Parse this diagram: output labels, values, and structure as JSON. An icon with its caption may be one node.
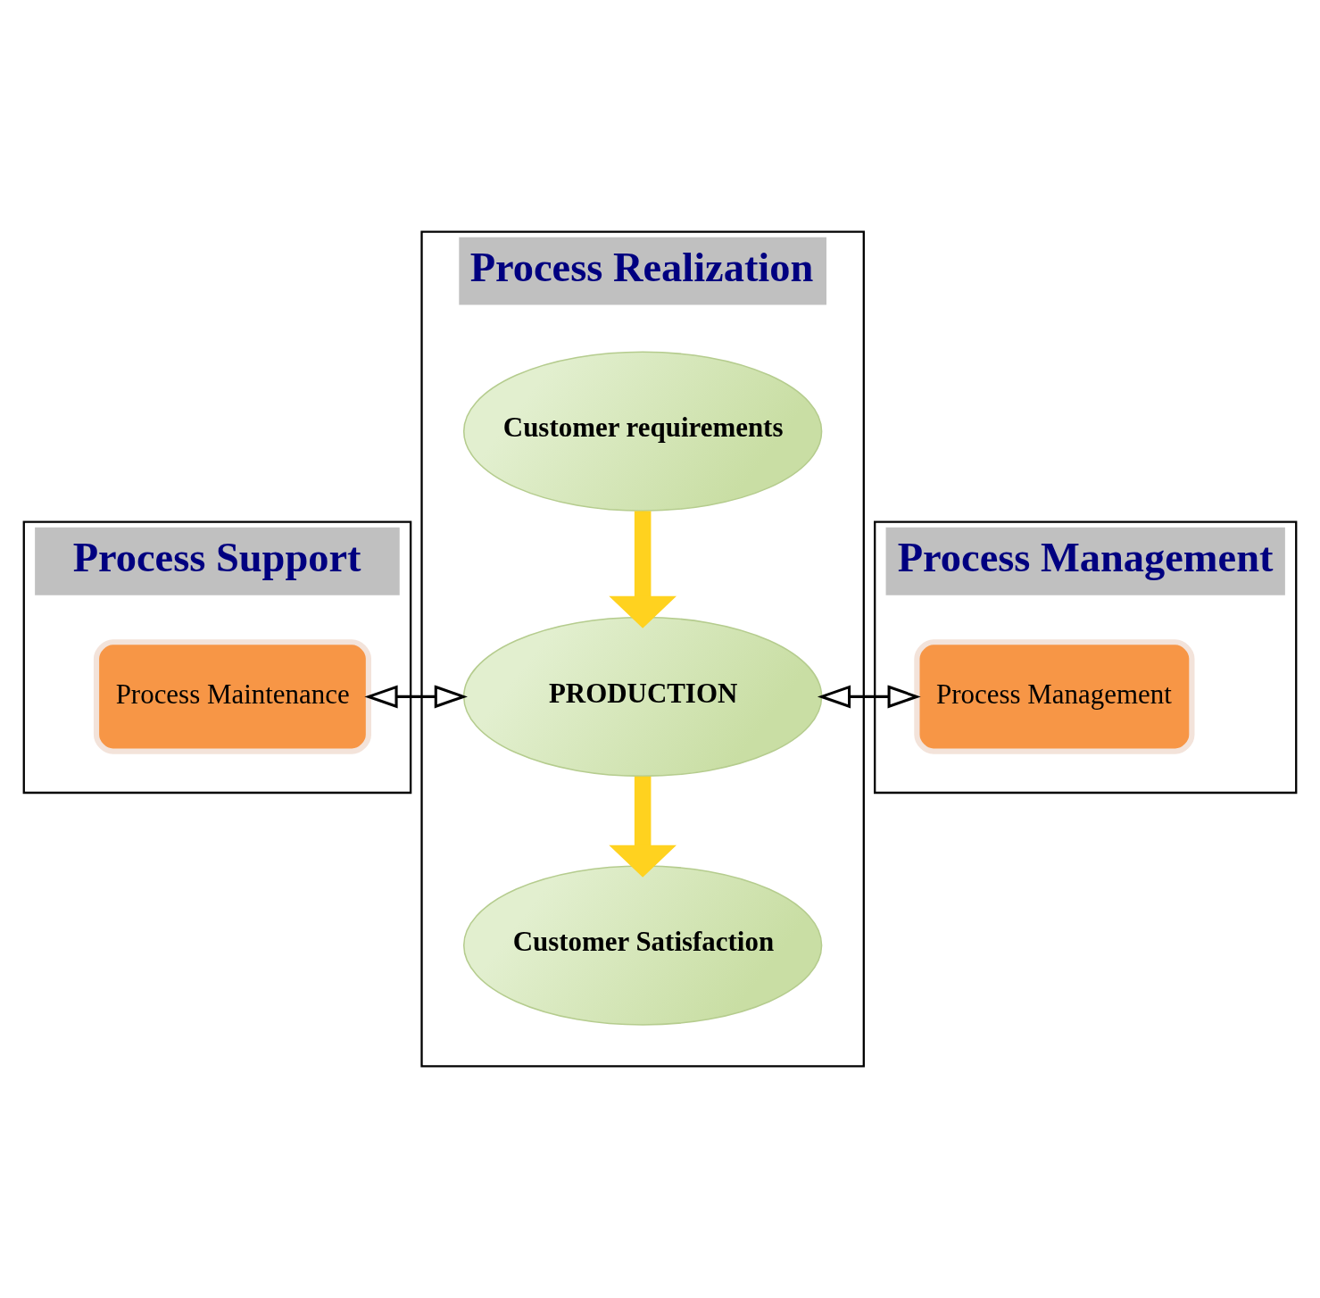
{
  "diagram": {
    "nodes": [
      {
        "text": [
          "Process Support"
        ]
      },
      {
        "text": [
          "Process Realization"
        ]
      },
      {
        "text": [
          "Process Management"
        ]
      },
      {
        "text": [
          "Process Maintenance"
        ],
        "in": 0
      },
      {
        "text": [
          "Customer requirements"
        ],
        "in": 1
      },
      {
        "text": [
          "PRODUCTION"
        ],
        "in": 1
      },
      {
        "text": [
          "Customer Satisfaction"
        ],
        "in": 1
      },
      {
        "text": [
          "Process Management"
        ],
        "in": 2
      }
    ],
    "edges": [
      {
        "from": 4,
        "to": 5,
        "arrow": "to",
        "style": "thick",
        "color": "#ffd21f"
      },
      {
        "from": 3,
        "to": 5,
        "arrow": "both",
        "color": "#000000"
      },
      {
        "from": 5,
        "to": 7,
        "arrow": "both",
        "color": "#000000"
      },
      {
        "from": 5,
        "to": 6,
        "arrow": "to",
        "style": "thick",
        "color": "#ffd21f"
      }
    ]
  }
}
